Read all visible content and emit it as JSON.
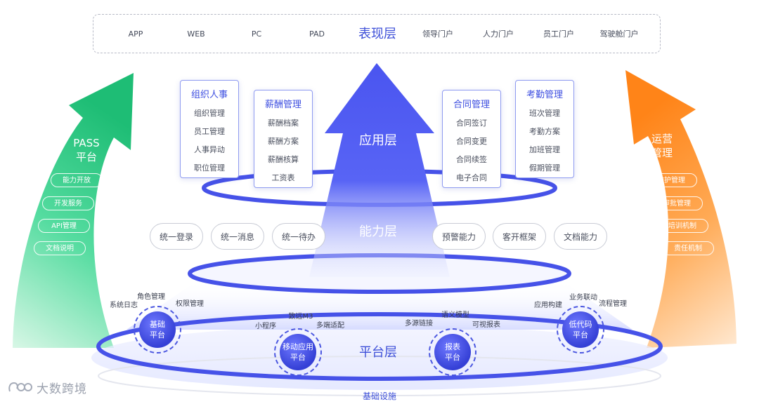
{
  "presentation": {
    "title": "表现层",
    "left_items": [
      "APP",
      "WEB",
      "PC",
      "PAD"
    ],
    "right_items": [
      "领导门户",
      "人力门户",
      "员工门户",
      "驾驶舱门户"
    ]
  },
  "application_layer": {
    "label": "应用层",
    "cards": [
      {
        "title": "组织人事",
        "items": [
          "组织管理",
          "员工管理",
          "人事异动",
          "职位管理"
        ]
      },
      {
        "title": "薪酬管理",
        "items": [
          "薪酬档案",
          "薪酬方案",
          "薪酬核算",
          "工资表"
        ]
      },
      {
        "title": "合同管理",
        "items": [
          "合同签订",
          "合同变更",
          "合同续签",
          "电子合同"
        ]
      },
      {
        "title": "考勤管理",
        "items": [
          "班次管理",
          "考勤方案",
          "加班管理",
          "假期管理"
        ]
      }
    ]
  },
  "capability_layer": {
    "label": "能力层",
    "items": [
      "统一登录",
      "统一消息",
      "统一待办",
      "预警能力",
      "客开框架",
      "文档能力"
    ]
  },
  "platform_layer": {
    "label": "平台层",
    "nodes": [
      {
        "label": "基础\n平台",
        "tags": [
          "系统日志",
          "角色管理",
          "权限管理"
        ]
      },
      {
        "label": "移动应用\n平台",
        "tags": [
          "小程序",
          "致远M3",
          "多端适配"
        ]
      },
      {
        "label": "报表\n平台",
        "tags": [
          "多源链接",
          "语义模型",
          "可视报表"
        ]
      },
      {
        "label": "低代码\n平台",
        "tags": [
          "应用构建",
          "业务联动",
          "流程管理"
        ]
      }
    ]
  },
  "infrastructure": {
    "label": "基础设施"
  },
  "pass_platform": {
    "title_line1": "PASS",
    "title_line2": "平台",
    "items": [
      "能力开放",
      "开发服务",
      "API管理",
      "文档说明"
    ]
  },
  "operations": {
    "title_line1": "运营",
    "title_line2": "管理",
    "items": [
      "维护管理",
      "审批管理",
      "培训机制",
      "责任机制"
    ]
  },
  "watermark": {
    "text": "大数跨境"
  },
  "colors": {
    "primary": "#3d4fd8",
    "green": "#2fcf8a",
    "orange": "#ff8a1f"
  }
}
